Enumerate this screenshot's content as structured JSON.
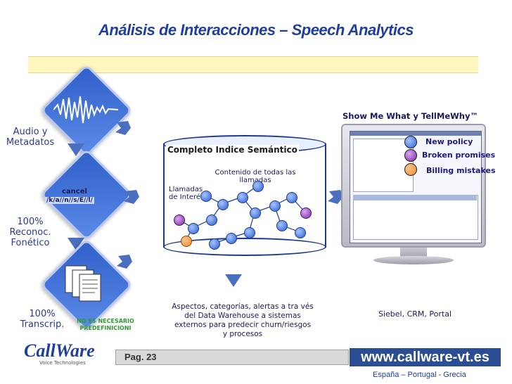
{
  "title": "Análisis de Interacciones – Speech Analytics",
  "left": {
    "audio_label": "Audio y\nMetadatos",
    "cancel_label": "cancel",
    "phoneme_label": "/k/a//n//s/E//l/",
    "recog_label": "100%\nReconoc.\nFonético",
    "transcr_label": "100%\nTranscrip.",
    "no_needed_label": "NO ES NECESARIO\nPREDEFINICIONI"
  },
  "center": {
    "cyl_title": "Completo Indice Semántico",
    "content_label": "Contenido de todas las\nllamadas",
    "interest_label": "Llamadas\nde Interés",
    "bottom_text": "Aspectos, categorías, alertas a tra vés\ndel Data Warehouse a sistemas\nexternos para predecir churn/riesgos\ny procesos"
  },
  "right": {
    "heading": "Show Me What y TellMeWhy™",
    "tags": [
      "New policy",
      "Broken promises",
      "Billing mistakes"
    ],
    "below_label": "Siebel, CRM, Portal"
  },
  "footer": {
    "logo_text": "CallWare",
    "logo_sub": "Voice Technologies",
    "page_label": "Pag. 23",
    "url": "www.callware-vt.es",
    "countries": "España – Portugal - Grecia"
  },
  "colors": {
    "title": "#1f3f9a",
    "banner": "#fff6bf",
    "url_bg": "#2b4d93",
    "tag_new": "#2f5fd0",
    "tag_broken": "#7d2aa0",
    "tag_billing": "#f08a2a"
  }
}
